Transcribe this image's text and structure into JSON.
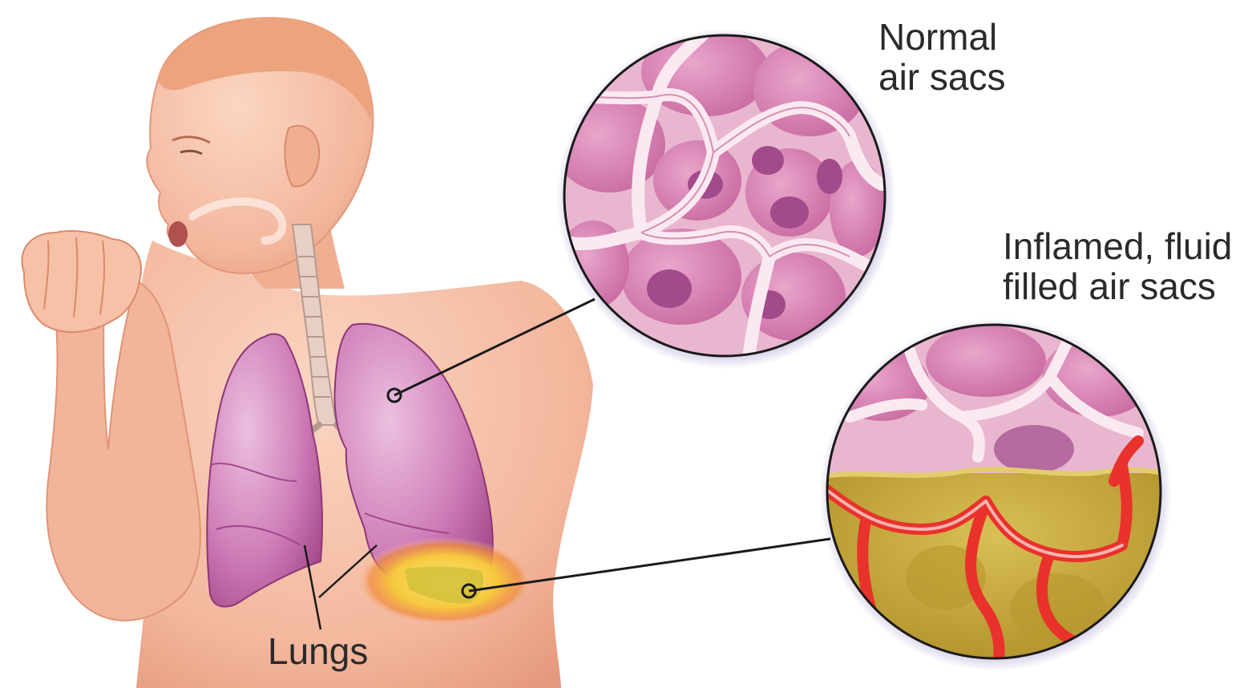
{
  "labels": {
    "normal_line1": "Normal",
    "normal_line2": "air sacs",
    "inflamed_line1": "Inflamed, fluid",
    "inflamed_line2": "filled air sacs",
    "lungs": "Lungs"
  },
  "colors": {
    "skin": "#f6c3ad",
    "skin_shadow": "#e9a085",
    "lung": "#c05b9f",
    "lung_light": "#e3a8d0",
    "alveolus": "#d986b4",
    "alveolus_wall": "#f7dde9",
    "fluid": "#c9a93a",
    "inflamed_vessel": "#e8322b",
    "infection_glow": "#f6d24a",
    "leader_line": "#1a1a1a"
  }
}
